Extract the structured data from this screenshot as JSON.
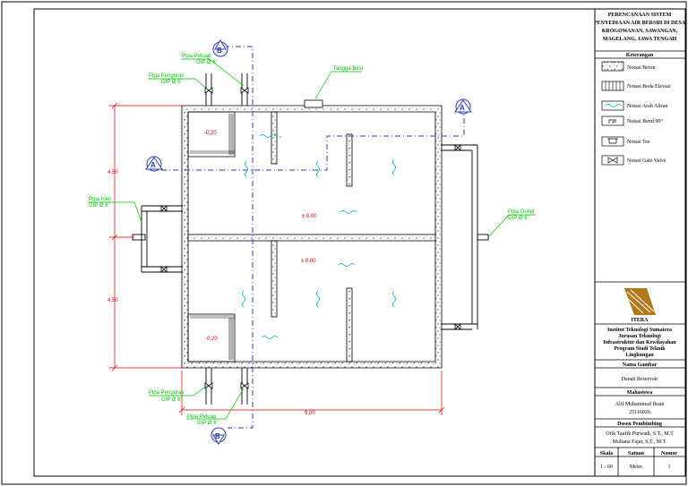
{
  "drawing": {
    "labels": {
      "pipe_overflow": "Pipa Peluap",
      "pipe_overflow_spec": "GIP Ø 6\"",
      "pipe_drain": "Pipa Penguras",
      "pipe_drain_spec": "GIP Ø 6\"",
      "pipe_inlet": "Pipa Inlet",
      "pipe_inlet_spec": "GIP Ø 6\"",
      "pipe_outlet": "Pipa Outlet",
      "pipe_outlet_spec": "GIP Ø 6\"",
      "manhole": "Tangga Besi",
      "section_a": "A",
      "section_b": "B"
    },
    "dims": {
      "left_top": "4,50",
      "left_bottom": "4,50",
      "bottom": "9,00",
      "elev_top_small": "-0,20",
      "elev_bottom_small": "-0,20",
      "elev_top_main": "± 0,00",
      "elev_bottom_main": "± 0,00"
    }
  },
  "title_block": {
    "project_title": [
      "PERENCANAAN SISTEM",
      "PENYEDIAAN AIR BERSIH DI DESA",
      "KROGOWANAN, SAWANGAN,",
      "MAGELANG, JAWA TENGAH"
    ],
    "legend_heading": "Keterangan",
    "legend": [
      {
        "icon": "concrete-icon",
        "label": "Notasi Beton"
      },
      {
        "icon": "elevation-icon",
        "label": "Notasi Beda Elevasi"
      },
      {
        "icon": "flow-arrow-icon",
        "label": "Notasi Arah Aliran"
      },
      {
        "icon": "bend-icon",
        "label": "Notasi Bend 90°"
      },
      {
        "icon": "tee-icon",
        "label": "Notasi Tee"
      },
      {
        "icon": "gate-valve-icon",
        "label": "Notasi Gate Valve"
      }
    ],
    "logo_text": "ITERA",
    "institution": [
      "Institut Teknologi Sumatera",
      "Jurusan Teknologi",
      "Infrastruktur dan Kewilayahan",
      "Program Studi Teknik",
      "Lingkungan"
    ],
    "drawing_name_heading": "Nama Gambar",
    "drawing_name": "Denah Reservoir",
    "student_heading": "Mahasiswa",
    "student_name": "Alif Muhammad Iksan",
    "student_id": "25116026",
    "supervisor_heading": "Dosen Pembimbing",
    "supervisors": [
      "Ofik Taufik Purwadi, S.T., M.T",
      "Muliana Fajar, S.T., M.T."
    ],
    "table_headers": [
      "Skala",
      "Satuan",
      "Nomor"
    ],
    "table_values": [
      "1 : 60",
      "Meter",
      "1"
    ]
  }
}
